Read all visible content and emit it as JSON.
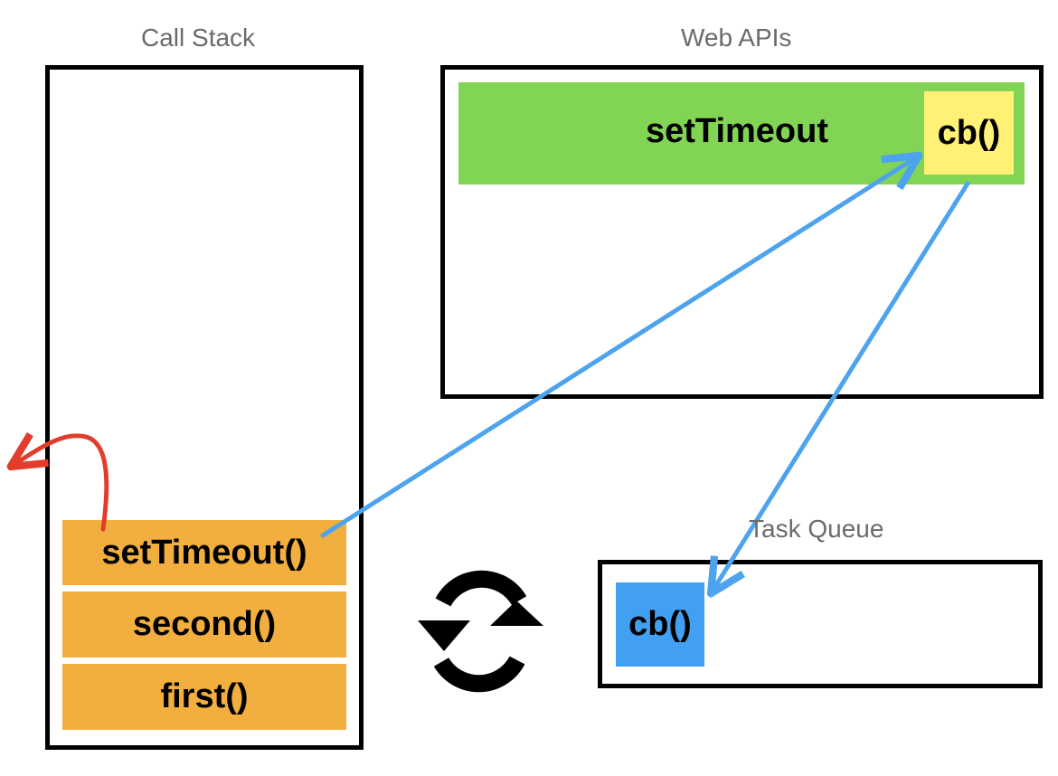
{
  "labels": {
    "call_stack": "Call Stack",
    "web_apis": "Web APIs",
    "task_queue": "Task Queue"
  },
  "call_stack": {
    "frames": [
      "setTimeout()",
      "second()",
      "first()"
    ]
  },
  "web_apis": {
    "timer_label": "setTimeout",
    "callback_label": "cb()"
  },
  "task_queue": {
    "items": [
      "cb()"
    ]
  },
  "icons": {
    "event_loop": "refresh-icon",
    "pop_arrow": "curved-arrow-icon",
    "arrow": "arrow-icon"
  },
  "colors": {
    "stack_frame": "#F2AE3E",
    "timer": "#82D455",
    "callback_in_api": "#FFF176",
    "callback_in_queue": "#42A0F2",
    "arrow_blue": "#4DA3EE",
    "arrow_red": "#E23C2C",
    "border": "#000000",
    "label_text": "#6B6B6B"
  }
}
